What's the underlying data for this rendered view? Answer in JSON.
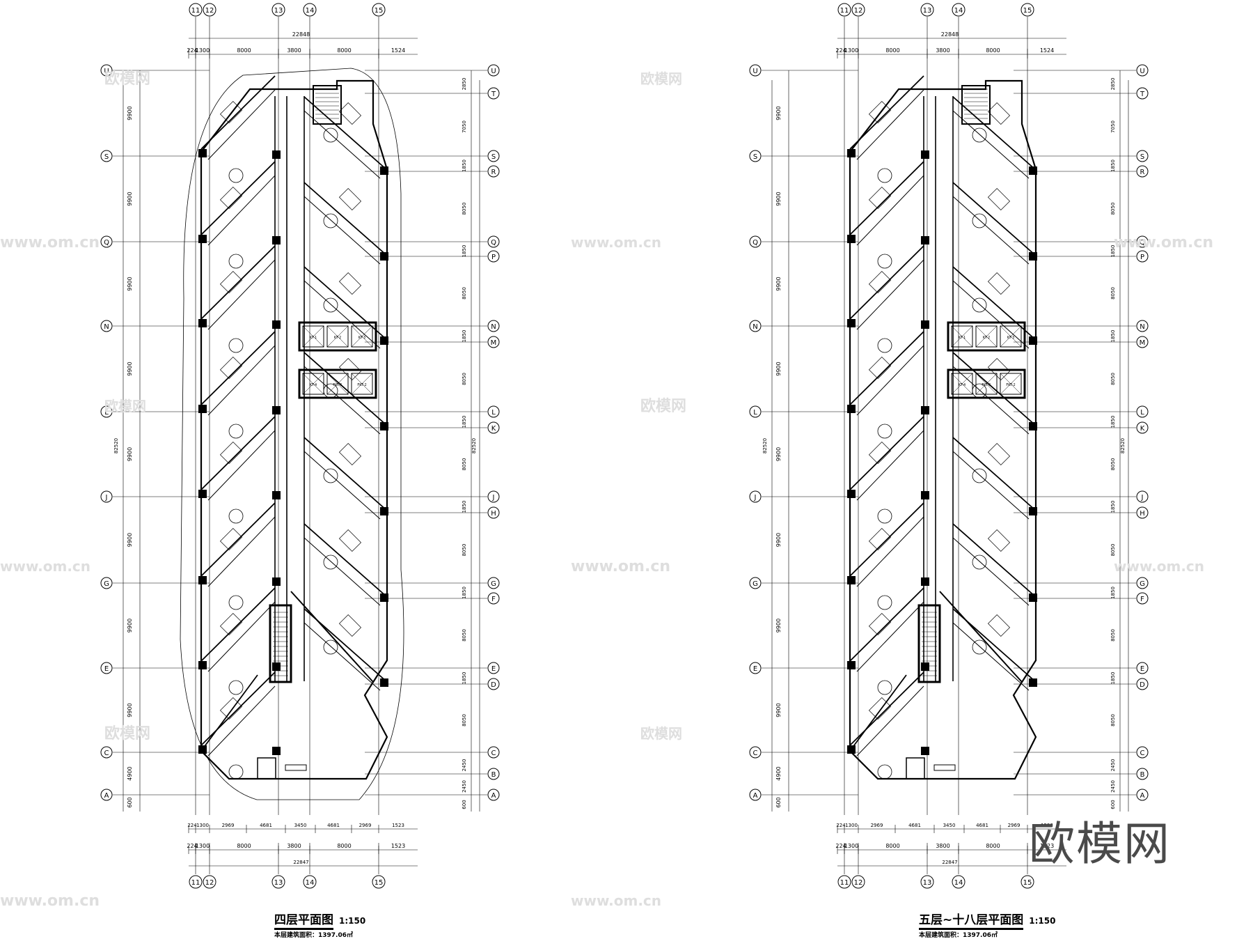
{
  "plans": [
    {
      "title": "四层平面图",
      "scale": "1:150",
      "area": "本层建筑面积：1397.06㎡",
      "columns": [
        "11",
        "12",
        "13",
        "14",
        "15"
      ],
      "top_total": "22848",
      "top_dims": [
        "224",
        "1300",
        "8000",
        "3800",
        "8000",
        "1524"
      ],
      "bottom_dims_fine": [
        "224",
        "1300",
        "2969",
        "4681",
        "3450",
        "4681",
        "2969",
        "1523"
      ],
      "bottom_dims": [
        "224",
        "1300",
        "8000",
        "3800",
        "8000",
        "1523"
      ],
      "bottom_total": "22847",
      "left_rows": [
        "U",
        "S",
        "Q",
        "N",
        "L",
        "J",
        "G",
        "E",
        "C",
        "A"
      ],
      "left_dims": [
        "9900",
        "9900",
        "9900",
        "9900",
        "9900",
        "9900",
        "9900",
        "9900",
        "4900",
        "600"
      ],
      "right_rows": [
        "U",
        "T",
        "S",
        "R",
        "Q",
        "P",
        "N",
        "M",
        "L",
        "K",
        "J",
        "H",
        "G",
        "F",
        "E",
        "D",
        "C",
        "B",
        "A"
      ],
      "right_dims": [
        "2850",
        "7050",
        "1850",
        "8050",
        "1850",
        "8050",
        "1850",
        "8050",
        "1850",
        "8050",
        "1850",
        "8050",
        "1850",
        "8050",
        "1850",
        "8050",
        "2450",
        "2450",
        "600"
      ],
      "overall_height": "82520",
      "elevators": [
        "KT-1",
        "KT-2",
        "KT-3",
        "KT-4",
        "FKT-1",
        "FKT-2"
      ]
    },
    {
      "title": "五层~十八层平面图",
      "scale": "1:150",
      "area": "本层建筑面积：1397.06㎡",
      "columns": [
        "11",
        "12",
        "13",
        "14",
        "15"
      ],
      "top_total": "22848",
      "top_dims": [
        "224",
        "1300",
        "8000",
        "3800",
        "8000",
        "1524"
      ],
      "bottom_dims_fine": [
        "224",
        "1300",
        "2969",
        "4681",
        "3450",
        "4681",
        "2969",
        "1523"
      ],
      "bottom_dims": [
        "224",
        "1300",
        "8000",
        "3800",
        "8000",
        "1523"
      ],
      "bottom_total": "22847",
      "left_rows": [
        "U",
        "S",
        "Q",
        "N",
        "L",
        "J",
        "G",
        "E",
        "C",
        "A"
      ],
      "left_dims": [
        "9900",
        "9900",
        "9900",
        "9900",
        "9900",
        "9900",
        "9900",
        "9900",
        "4900",
        "600"
      ],
      "right_rows": [
        "U",
        "T",
        "S",
        "R",
        "Q",
        "P",
        "N",
        "M",
        "L",
        "K",
        "J",
        "H",
        "G",
        "F",
        "E",
        "D",
        "C",
        "B",
        "A"
      ],
      "right_dims": [
        "2850",
        "7050",
        "1850",
        "8050",
        "1850",
        "8050",
        "1850",
        "8050",
        "1850",
        "8050",
        "1850",
        "8050",
        "1850",
        "8050",
        "1850",
        "8050",
        "2450",
        "2450",
        "600"
      ],
      "overall_height": "82520",
      "elevators": [
        "KT-1",
        "KT-2",
        "KT-3",
        "KT-4",
        "FKT-1",
        "FKT-2"
      ]
    }
  ],
  "watermark": {
    "brand": "欧模网",
    "site": "www.om.cn"
  },
  "colors": {
    "line": "#000000",
    "watermark": "#4a4a4a",
    "watermark_faint": "#e4e4e4"
  }
}
